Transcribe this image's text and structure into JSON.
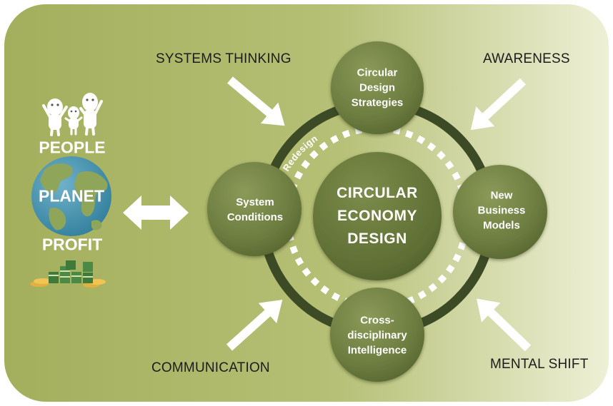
{
  "diagram": {
    "center_title_lines": [
      "CIRCULAR",
      "ECONOMY",
      "DESIGN"
    ],
    "nodes": [
      {
        "id": "top",
        "lines": [
          "Circular",
          "Design",
          "Strategies"
        ]
      },
      {
        "id": "left",
        "lines": [
          "System",
          "Conditions"
        ]
      },
      {
        "id": "right",
        "lines": [
          "New",
          "Business",
          "Models"
        ]
      },
      {
        "id": "bottom",
        "lines": [
          "Cross-",
          "disciplinary",
          "Intelligence"
        ]
      }
    ],
    "ring_label": "Redesign",
    "corner_labels": {
      "top_left": "SYSTEMS THINKING",
      "top_right": "AWARENESS",
      "bottom_left": "COMMUNICATION",
      "bottom_right": "MENTAL SHIFT"
    },
    "triple_bottom_line": {
      "people": "PEOPLE",
      "planet": "PLANET",
      "profit": "PROFIT"
    }
  },
  "colors": {
    "background_left": "#a6b25f",
    "background_right": "#eef0d7",
    "ring": "#3d4a26",
    "node_fill": "#6f8043",
    "text_dark": "#1c1c1c"
  },
  "icons": [
    "people-icon",
    "globe-icon",
    "money-icon",
    "double-arrow-icon",
    "arrow-icon"
  ]
}
